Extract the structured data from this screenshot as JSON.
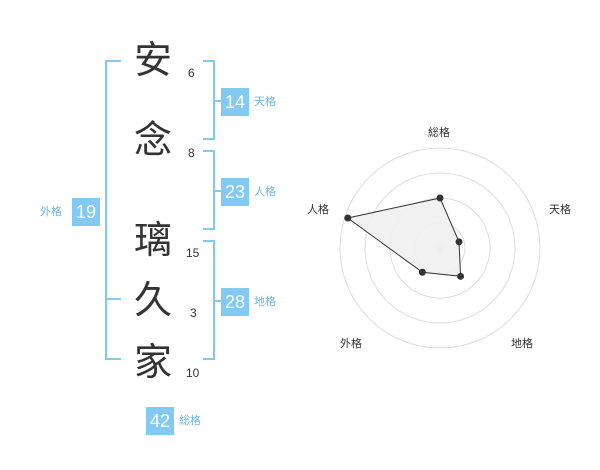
{
  "name": {
    "characters": [
      {
        "char": "安",
        "strokes": "6"
      },
      {
        "char": "念",
        "strokes": "8"
      },
      {
        "char": "璃",
        "strokes": "15"
      },
      {
        "char": "久",
        "strokes": "3"
      },
      {
        "char": "家",
        "strokes": "10"
      }
    ]
  },
  "fortune": {
    "tenkaku": {
      "value": "14",
      "label": "天格"
    },
    "jinkaku": {
      "value": "23",
      "label": "人格"
    },
    "chikaku": {
      "value": "28",
      "label": "地格"
    },
    "gaikaku": {
      "value": "19",
      "label": "外格"
    },
    "soukaku": {
      "value": "42",
      "label": "総格"
    }
  },
  "radar": {
    "labels": {
      "top": "総格",
      "right": "天格",
      "bottom_right": "地格",
      "bottom_left": "外格",
      "left": "人格"
    },
    "ring_count": 4,
    "values": [
      0.5,
      0.2,
      0.35,
      0.3,
      0.97
    ],
    "colors": {
      "fill": "#f0f0f0",
      "stroke": "#333333",
      "ring": "#dddddd",
      "point": "#333333",
      "center": "#cccccc"
    }
  },
  "colors": {
    "accent": "#82c9f3",
    "label": "#6cb9e6"
  }
}
